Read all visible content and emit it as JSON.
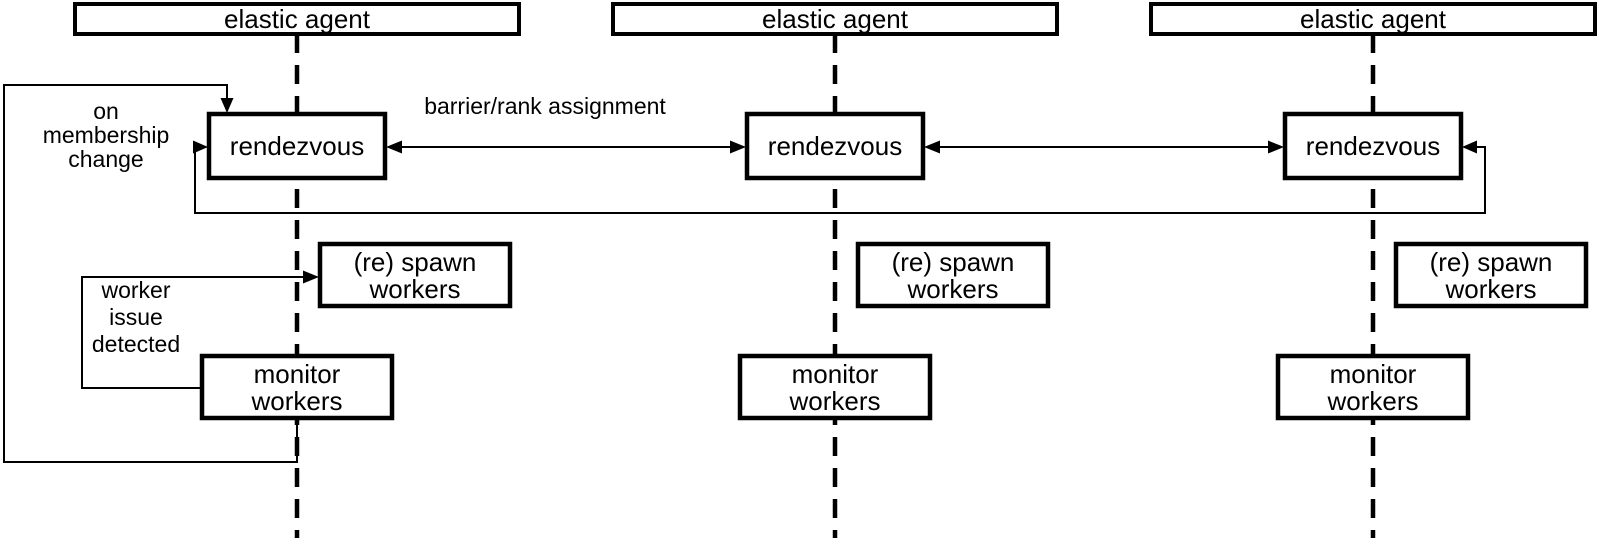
{
  "diagram": {
    "type": "sequence-flow-diagram",
    "colors": {
      "line": "#000000",
      "text": "#000000",
      "background": "#ffffff",
      "box_fill": "#ffffff"
    },
    "columns": [
      {
        "agent_title": "elastic agent",
        "rendezvous_label": "rendezvous",
        "spawn_line1": "(re) spawn",
        "spawn_line2": "workers",
        "monitor_line1": "monitor",
        "monitor_line2": "workers"
      },
      {
        "agent_title": "elastic agent",
        "rendezvous_label": "rendezvous",
        "spawn_line1": "(re) spawn",
        "spawn_line2": "workers",
        "monitor_line1": "monitor",
        "monitor_line2": "workers"
      },
      {
        "agent_title": "elastic agent",
        "rendezvous_label": "rendezvous",
        "spawn_line1": "(re) spawn",
        "spawn_line2": "workers",
        "monitor_line1": "monitor",
        "monitor_line2": "workers"
      }
    ],
    "labels": {
      "barrier_rank_assignment": "barrier/rank assignment",
      "on_membership_change": {
        "line1": "on",
        "line2": "membership",
        "line3": "change"
      },
      "worker_issue_detected": {
        "line1": "worker",
        "line2": "issue",
        "line3": "detected"
      }
    }
  }
}
